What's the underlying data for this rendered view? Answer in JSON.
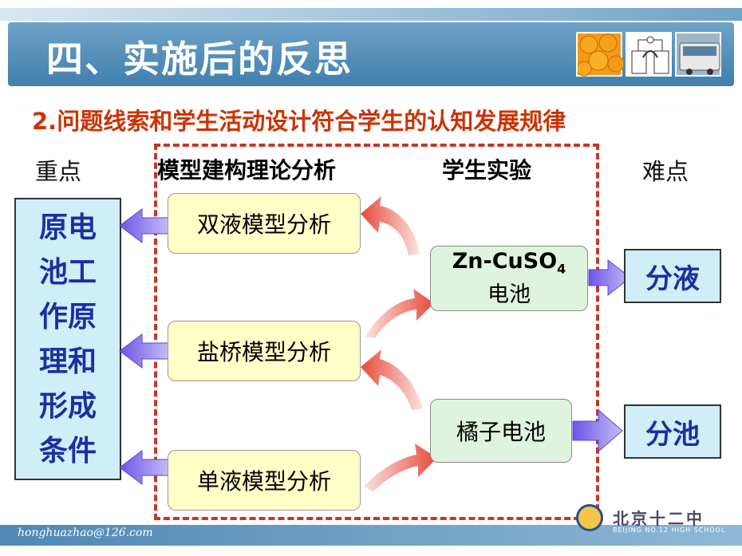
{
  "header": {
    "title": "四、实施后的反思"
  },
  "subtitle": "2.问题线索和学生活动设计符合学生的认知发展规律",
  "columns": {
    "left": "重点",
    "model_analysis": "模型建构理论分析",
    "experiment": "学生实验",
    "right": "难点"
  },
  "key_point": {
    "lines": [
      "原电",
      "池工",
      "作原",
      "理和",
      "形成",
      "条件"
    ]
  },
  "models": {
    "double": "双液模型分析",
    "bridge": "盐桥模型分析",
    "single": "单液模型分析"
  },
  "experiments": {
    "zn": {
      "line1": "Zn-CuSO",
      "sub": "4",
      "line2": "电池"
    },
    "orange": "橘子电池"
  },
  "results": {
    "separate_liquid": "分液",
    "separate_cell": "分池"
  },
  "footer": {
    "email": "honghuazhao@126.com",
    "school": "北京十二中",
    "school_en": "BEIJING NO.12 HIGH SCHOOL"
  },
  "colors": {
    "accent_red": "#cc3300",
    "key_blue": "#1b2fa3",
    "arrow_purple": "#9a8cf0",
    "curve_red": "#e85a4a"
  }
}
